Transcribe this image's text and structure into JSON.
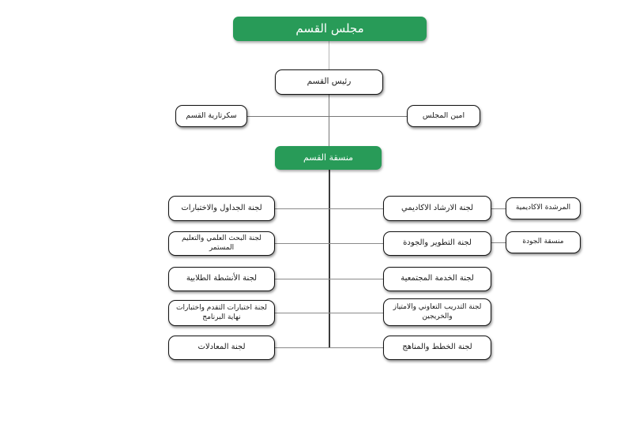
{
  "diagram": {
    "type": "org-chart",
    "language": "ar",
    "nodes": {
      "council": "مجلس القسم",
      "head": "رئيس القسم",
      "secretary": "سكرتارية القسم",
      "council_secretary": "امين المجلس",
      "coordinator": "منسقة القسم",
      "left_committees": [
        "لجنة الجداول والاختبارات",
        "لجنة البحث العلمي والتعليم المستمر",
        "لجنة الأنشطة الطلابية",
        "لجنة اختبارات التقدم واختبارات نهاية البرنامج",
        "لجنة المعادلات"
      ],
      "right_committees": [
        "لجنة الارشاد الاكاديمي",
        "لجنة التطوير والجودة",
        "لجنة الخدمة المجتمعية",
        "لجنة التدريب التعاوني والامتياز والخريجين",
        "لجنة الخطط والمناهج"
      ],
      "far_right_roles": [
        "المرشدة الاكاديمية",
        "منسقة الجودة"
      ]
    },
    "colors": {
      "accent_green": "#289b58",
      "box_border": "#111111",
      "connector": "#8a8a8a",
      "background": "#ffffff"
    }
  }
}
